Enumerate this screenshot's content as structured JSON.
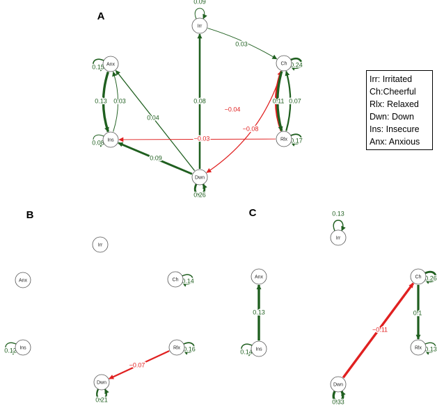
{
  "colors": {
    "positive": "#1f5f1f",
    "negative": "#e02020"
  },
  "legend": {
    "items": [
      "Irr: Irritated",
      "Ch:Cheerful",
      "Rlx: Relaxed",
      "Dwn: Down",
      "Ins: Insecure",
      "Anx: Anxious"
    ]
  },
  "panels": [
    {
      "id": "A",
      "label": "A",
      "nodes": [
        {
          "id": "Irr",
          "label": "Irr",
          "self_loop": "0.09"
        },
        {
          "id": "Ch",
          "label": "Ch",
          "self_loop": "0.24"
        },
        {
          "id": "Anx",
          "label": "Anx",
          "self_loop": "0.15"
        },
        {
          "id": "Ins",
          "label": "Ins",
          "self_loop": "0.08"
        },
        {
          "id": "Rlx",
          "label": "Rlx",
          "self_loop": "0.17"
        },
        {
          "id": "Dwn",
          "label": "Dwn",
          "self_loop": "0.26"
        }
      ],
      "edges": [
        {
          "from": "Irr",
          "to": "Ch",
          "weight": 0.03,
          "label": "0.03"
        },
        {
          "from": "Dwn",
          "to": "Irr",
          "weight": 0.08,
          "label": "0.08"
        },
        {
          "from": "Dwn",
          "to": "Anx",
          "weight": 0.04,
          "label": "0.04"
        },
        {
          "from": "Dwn",
          "to": "Ins",
          "weight": 0.09,
          "label": "0.09"
        },
        {
          "from": "Rlx",
          "to": "Ins",
          "weight": -0.03,
          "label": "−0.03"
        },
        {
          "from": "Ch",
          "to": "Dwn",
          "weight": -0.04,
          "label": "−0.04"
        },
        {
          "from": "Rlx",
          "to": "Ch",
          "weight": -0.08,
          "label": "−0.08"
        },
        {
          "from": "Anx",
          "to": "Ins",
          "weight": 0.13,
          "label": "0.13"
        },
        {
          "from": "Ins",
          "to": "Anx",
          "weight": 0.03,
          "label": "0.03"
        },
        {
          "from": "Ch",
          "to": "Rlx",
          "weight": 0.11,
          "label": "0.11"
        },
        {
          "from": "Rlx",
          "to": "Ch",
          "weight": 0.07,
          "label": "0.07"
        }
      ]
    },
    {
      "id": "B",
      "label": "B",
      "nodes": [
        {
          "id": "Irr",
          "label": "Irr",
          "self_loop": ""
        },
        {
          "id": "Anx",
          "label": "Anx",
          "self_loop": ""
        },
        {
          "id": "Ch",
          "label": "Ch",
          "self_loop": "0.14"
        },
        {
          "id": "Ins",
          "label": "Ins",
          "self_loop": "0.12"
        },
        {
          "id": "Rlx",
          "label": "Rlx",
          "self_loop": "0.16"
        },
        {
          "id": "Dwn",
          "label": "Dwn",
          "self_loop": "0.21"
        }
      ],
      "edges": [
        {
          "from": "Rlx",
          "to": "Dwn",
          "weight": -0.07,
          "label": "−0.07"
        }
      ]
    },
    {
      "id": "C",
      "label": "C",
      "nodes": [
        {
          "id": "Irr",
          "label": "Irr",
          "self_loop": "0.13"
        },
        {
          "id": "Anx",
          "label": "Anx",
          "self_loop": ""
        },
        {
          "id": "Ch",
          "label": "Ch",
          "self_loop": "0.26"
        },
        {
          "id": "Ins",
          "label": "Ins",
          "self_loop": "0.14"
        },
        {
          "id": "Rlx",
          "label": "Rlx",
          "self_loop": "0.13"
        },
        {
          "id": "Dwn",
          "label": "Dwn",
          "self_loop": "0.33"
        }
      ],
      "edges": [
        {
          "from": "Ins",
          "to": "Anx",
          "weight": 0.13,
          "label": "0.13"
        },
        {
          "from": "Ch",
          "to": "Rlx",
          "weight": 0.1,
          "label": "0.1"
        },
        {
          "from": "Dwn",
          "to": "Ch",
          "weight": -0.11,
          "label": "−0.11"
        }
      ]
    }
  ]
}
